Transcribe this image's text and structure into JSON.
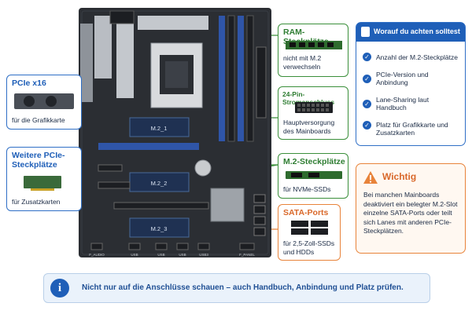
{
  "board": {
    "slot_m2_1": "M.2_1",
    "slot_m2_2": "M.2_2",
    "slot_m2_3": "M.2_3",
    "io_labels": [
      "F_AUDIO",
      "USB",
      "USB",
      "USB",
      "USB3",
      "F_PANEL"
    ]
  },
  "callouts": {
    "pcie_x16": {
      "title": "PCIe x16",
      "text": "für die Grafikkarte"
    },
    "pcie_more": {
      "title": "Weitere PCIe-Steckplätze",
      "text": "für Zusatzkarten"
    },
    "ram": {
      "title": "RAM-Steckplätze",
      "text": "nicht mit M.2 verwechseln"
    },
    "pin24": {
      "title": "24-Pin-Stromanschluss",
      "text": "Hauptversorgung des Mainboards"
    },
    "m2": {
      "title": "M.2-Steckplätze",
      "text": "für NVMe-SSDs"
    },
    "sata": {
      "title": "SATA-Ports",
      "text": "für 2,5-Zoll-SSDs und HDDs"
    }
  },
  "checklist": {
    "title": "Worauf du achten solltest",
    "items": [
      "Anzahl der M.2-Steckplätze",
      "PCIe-Version und Anbindung",
      "Lane-Sharing laut Handbuch",
      "Platz für Grafikkarte und Zusatzkarten"
    ]
  },
  "warning": {
    "title": "Wichtig",
    "text": "Bei manchen Mainboards deaktiviert ein belegter M.2-Slot einzelne SATA-Ports oder teilt sich Lanes mit anderen PCIe-Steckplätzen."
  },
  "footer": {
    "text": "Nicht nur auf die Anschlüsse schauen – auch Handbuch, Anbindung und Platz prüfen."
  },
  "colors": {
    "blue": "#2f6fc6",
    "green": "#3a8f3a",
    "orange": "#e8833a",
    "board": "#2b2e33"
  }
}
